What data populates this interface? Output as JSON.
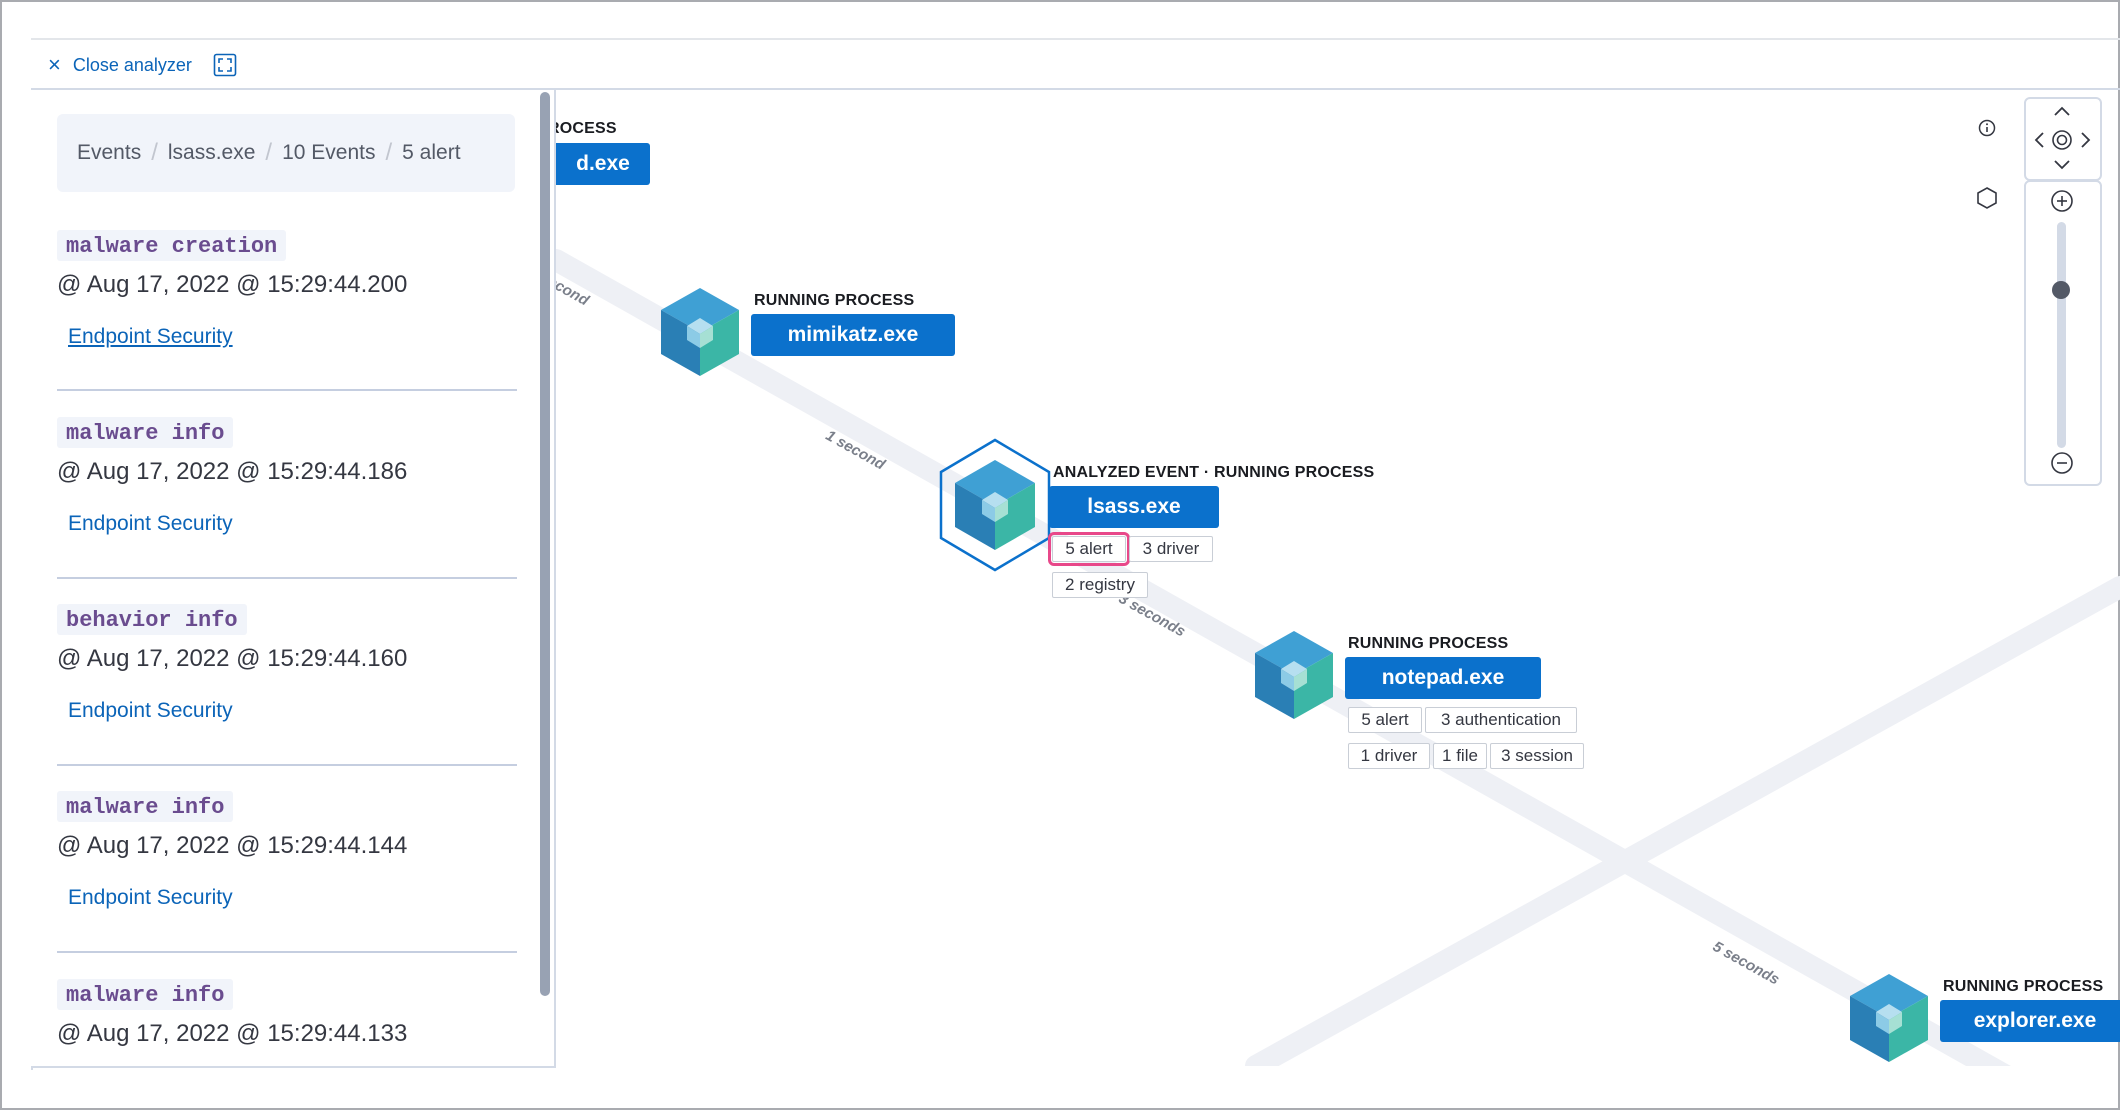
{
  "header": {
    "close_label": "Close analyzer"
  },
  "breadcrumb": [
    "Events",
    "lsass.exe",
    "10 Events",
    "5 alert"
  ],
  "events": [
    {
      "tag": "malware creation",
      "time": "@ Aug 17, 2022 @ 15:29:44.200",
      "source": "Endpoint Security"
    },
    {
      "tag": "malware info",
      "time": "@ Aug 17, 2022 @ 15:29:44.186",
      "source": "Endpoint Security"
    },
    {
      "tag": "behavior info",
      "time": "@ Aug 17, 2022 @ 15:29:44.160",
      "source": "Endpoint Security"
    },
    {
      "tag": "malware info",
      "time": "@ Aug 17, 2022 @ 15:29:44.144",
      "source": "Endpoint Security"
    },
    {
      "tag": "malware info",
      "time": "@ Aug 17, 2022 @ 15:29:44.133",
      "source": ""
    }
  ],
  "graph": {
    "edge_labels": [
      "econd",
      "1 second",
      "3 seconds",
      "5 seconds"
    ],
    "nodes": [
      {
        "title": "ROCESS",
        "name": "d.exe",
        "pills": []
      },
      {
        "title": "RUNNING PROCESS",
        "name": "mimikatz.exe",
        "pills": []
      },
      {
        "title": "ANALYZED EVENT · RUNNING PROCESS",
        "name": "lsass.exe",
        "pills": [
          "5 alert",
          "3 driver",
          "2 registry"
        ]
      },
      {
        "title": "RUNNING PROCESS",
        "name": "notepad.exe",
        "pills": [
          "5 alert",
          "3 authentication",
          "1 driver",
          "1 file",
          "3 session"
        ]
      },
      {
        "title": "RUNNING PROCESS",
        "name": "explorer.exe",
        "pills": []
      }
    ]
  },
  "controls": {
    "icons": [
      "info-icon",
      "hexagon-icon",
      "pan-up-icon",
      "pan-left-icon",
      "center-icon",
      "pan-right-icon",
      "pan-down-icon",
      "zoom-in-icon",
      "zoom-out-icon"
    ],
    "zoom_level": 0.7
  },
  "colors": {
    "accent": "#0b71cc",
    "link": "#0b64b8",
    "highlight": "#e8488a",
    "tag_text": "#6a4c8f"
  }
}
